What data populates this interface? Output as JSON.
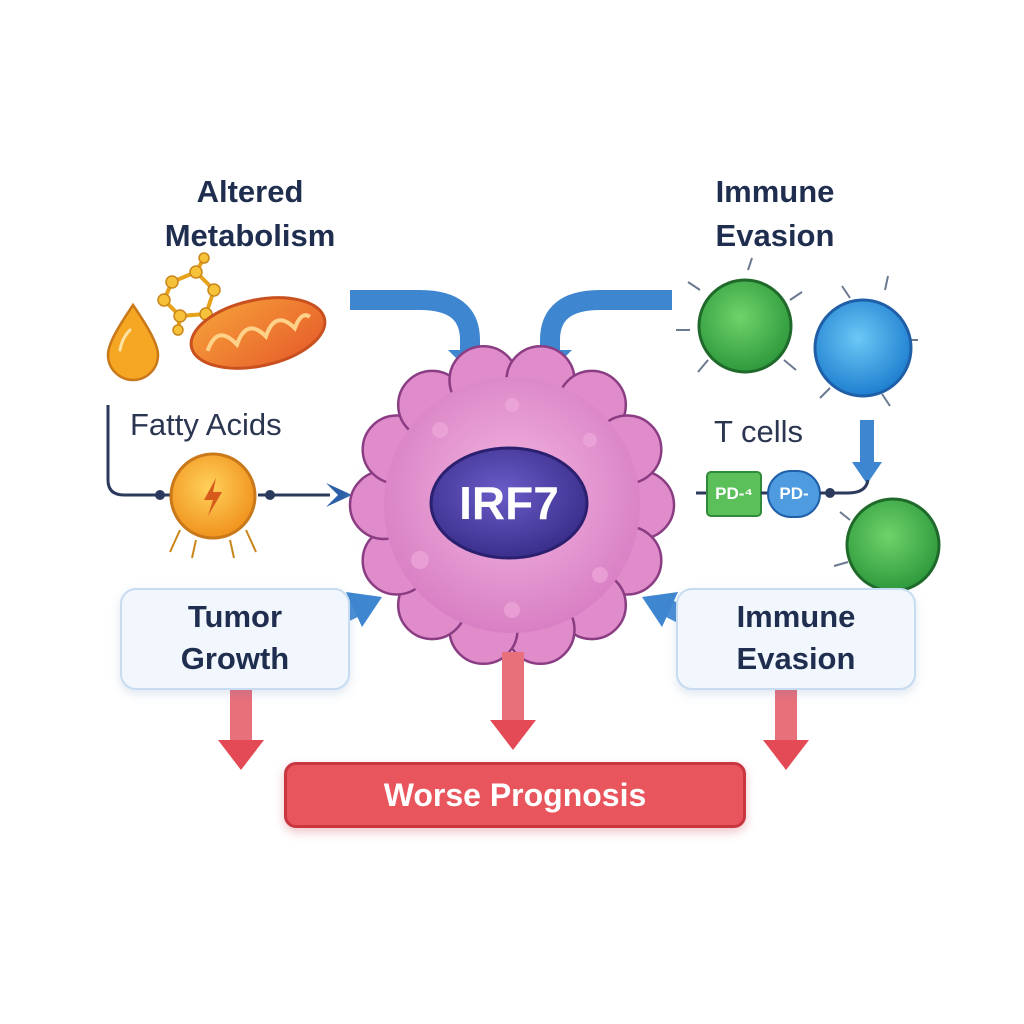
{
  "labels": {
    "altered_metabolism": [
      "Altered",
      "Metabolism"
    ],
    "immune_evasion_top": [
      "Immune",
      "Evasion"
    ],
    "fatty_acids": "Fatty Acids",
    "t_cells": "T cells",
    "tumor_growth": [
      "Tumor",
      "Growth"
    ],
    "immune_evasion_box": [
      "Immune",
      "Evasion"
    ],
    "core": "IRF7",
    "outcome": "Worse Prognosis",
    "pd_green": "PD-⁴",
    "pd_blue": "PD-"
  },
  "icons": [
    "droplet-icon",
    "molecule-icon",
    "mitochondrion-icon",
    "energy-cell-icon",
    "t-cell-green-icon",
    "t-cell-blue-icon",
    "receptor-icon"
  ],
  "colors": {
    "arrow_blue": "#4a8fd6",
    "arrow_red": "#e8505a",
    "core_pink": "#e79ad0",
    "nucleus_purple": "#4b3fa3",
    "cell_green": "#3fb34f",
    "cell_blue": "#2fa3e8",
    "energy_orange": "#f5a623"
  }
}
